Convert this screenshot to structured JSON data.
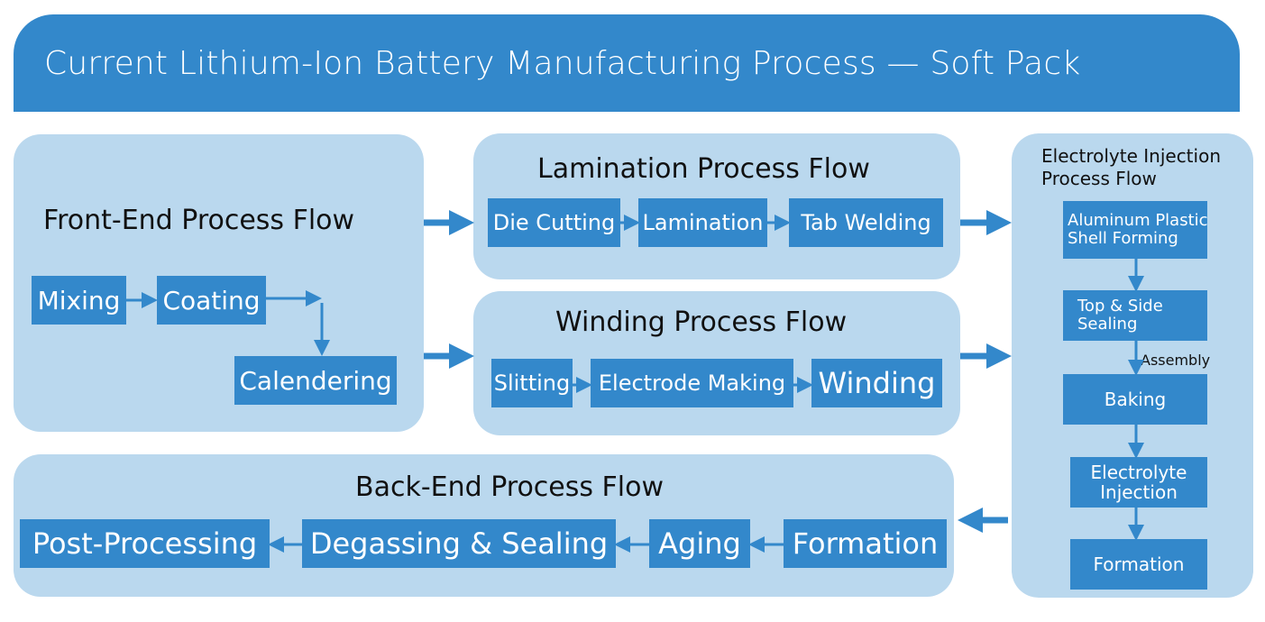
{
  "header": {
    "title": "Current Lithium-Ion Battery Manufacturing Process — Soft Pack"
  },
  "colors": {
    "accent": "#3388cb",
    "panel": "#bad8ee",
    "text": "#111111"
  },
  "front_end": {
    "title": "Front-End Process Flow",
    "steps": [
      "Mixing",
      "Coating",
      "Calendering"
    ]
  },
  "lamination": {
    "title": "Lamination Process Flow",
    "steps": [
      "Die Cutting",
      "Lamination",
      "Tab Welding"
    ]
  },
  "winding": {
    "title": "Winding Process Flow",
    "steps": [
      "Slitting",
      "Electrode Making",
      "Winding"
    ]
  },
  "electrolyte": {
    "title_line1": "Electrolyte Injection",
    "title_line2": "Process Flow",
    "steps": [
      {
        "line1": "Aluminum Plastic",
        "line2": "Shell Forming"
      },
      {
        "line1": "Top & Side",
        "line2": "Sealing"
      },
      {
        "line1": "Baking",
        "line2": ""
      },
      {
        "line1": "Electrolyte",
        "line2": "Injection"
      },
      {
        "line1": "Formation",
        "line2": ""
      }
    ],
    "assembly_label": "Assembly"
  },
  "back_end": {
    "title": "Back-End Process Flow",
    "steps": [
      "Post-Processing",
      "Degassing & Sealing",
      "Aging",
      "Formation"
    ]
  }
}
